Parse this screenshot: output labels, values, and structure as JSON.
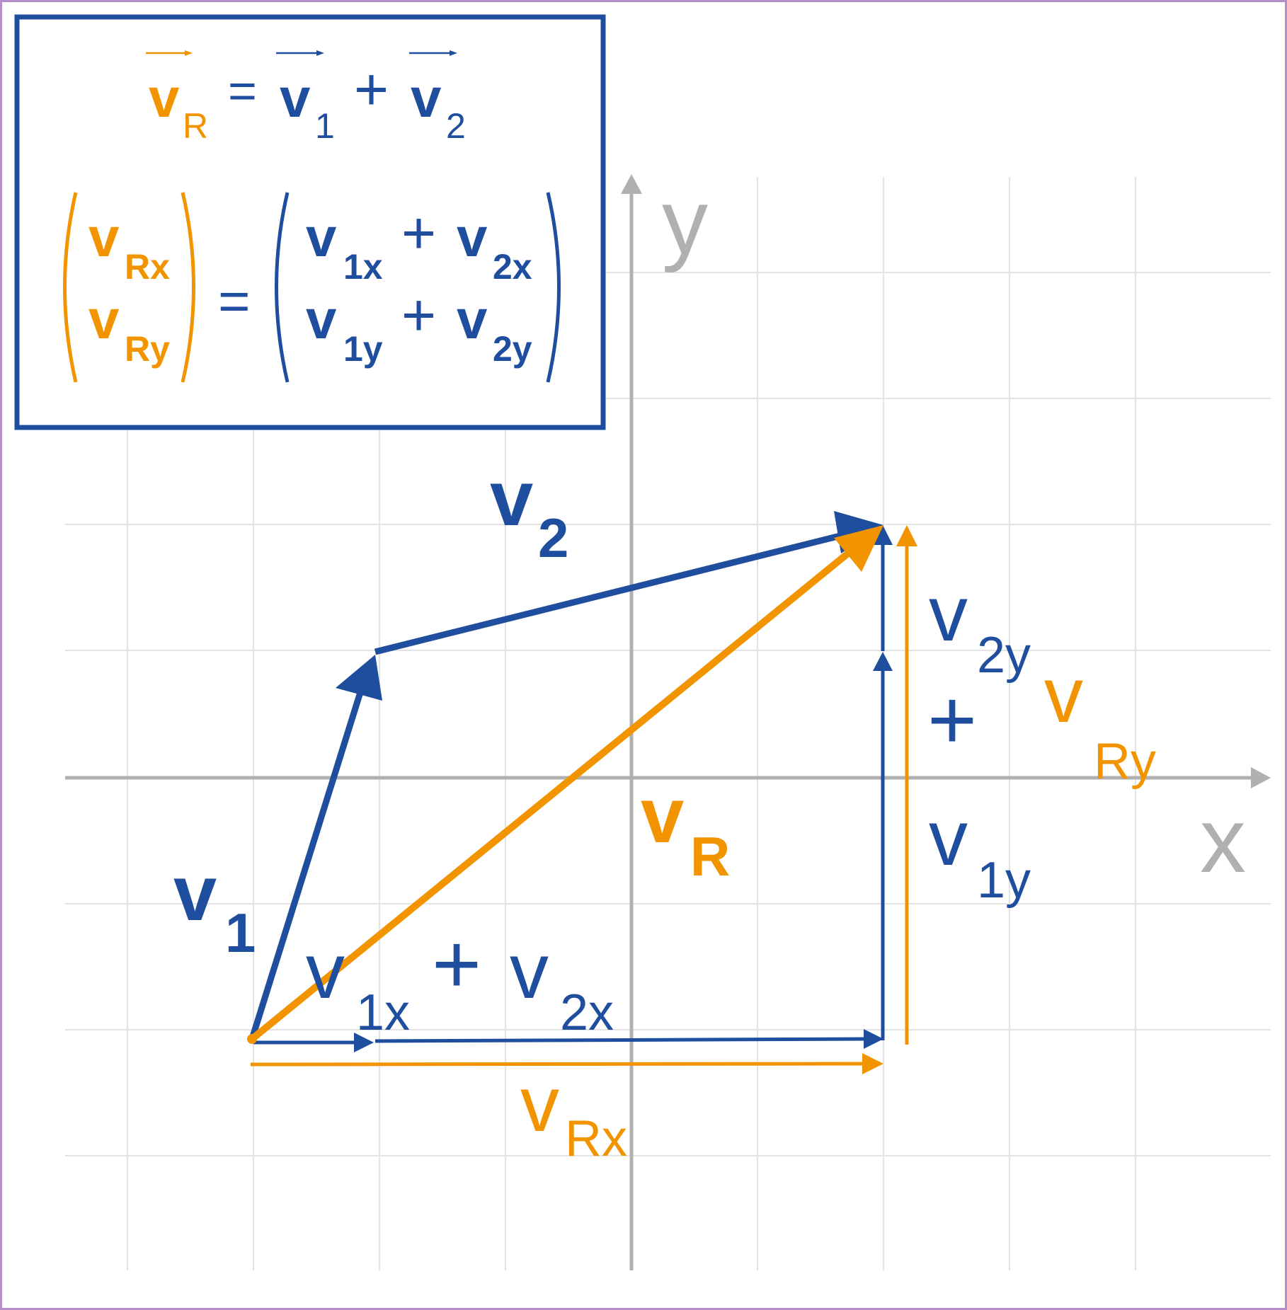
{
  "colors": {
    "blue": "#1f4e9e",
    "orange": "#f29400",
    "axis": "#b0b0b0",
    "grid": "#e3e3e3",
    "frame": "#b48ec6"
  },
  "axes": {
    "x_label": "x",
    "y_label": "y"
  },
  "formula_box": {
    "eq1": {
      "lhs_symbol": "v",
      "lhs_sub": "R",
      "equals": "=",
      "term1_symbol": "v",
      "term1_sub": "1",
      "plus": "+",
      "term2_symbol": "v",
      "term2_sub": "2"
    },
    "eq2": {
      "left_row1_symbol": "v",
      "left_row1_sub": "Rx",
      "left_row2_symbol": "v",
      "left_row2_sub": "Ry",
      "equals": "=",
      "right_row1_a_symbol": "v",
      "right_row1_a_sub": "1x",
      "right_row1_plus": "+",
      "right_row1_b_symbol": "v",
      "right_row1_b_sub": "2x",
      "right_row2_a_symbol": "v",
      "right_row2_a_sub": "1y",
      "right_row2_plus": "+",
      "right_row2_b_symbol": "v",
      "right_row2_b_sub": "2y"
    }
  },
  "vector_labels": {
    "v1": {
      "symbol": "v",
      "sub": "1"
    },
    "v2": {
      "symbol": "v",
      "sub": "2"
    },
    "vR": {
      "symbol": "v",
      "sub": "R"
    }
  },
  "component_labels": {
    "v1x": {
      "symbol": "v",
      "sub": "1x"
    },
    "plus_x": "+",
    "v2x": {
      "symbol": "v",
      "sub": "2x"
    },
    "vRx": {
      "symbol": "v",
      "sub": "Rx"
    },
    "v2y": {
      "symbol": "v",
      "sub": "2y"
    },
    "plus_y": "+",
    "v1y": {
      "symbol": "v",
      "sub": "1y"
    },
    "vRy": {
      "symbol": "v",
      "sub": "Ry"
    }
  }
}
